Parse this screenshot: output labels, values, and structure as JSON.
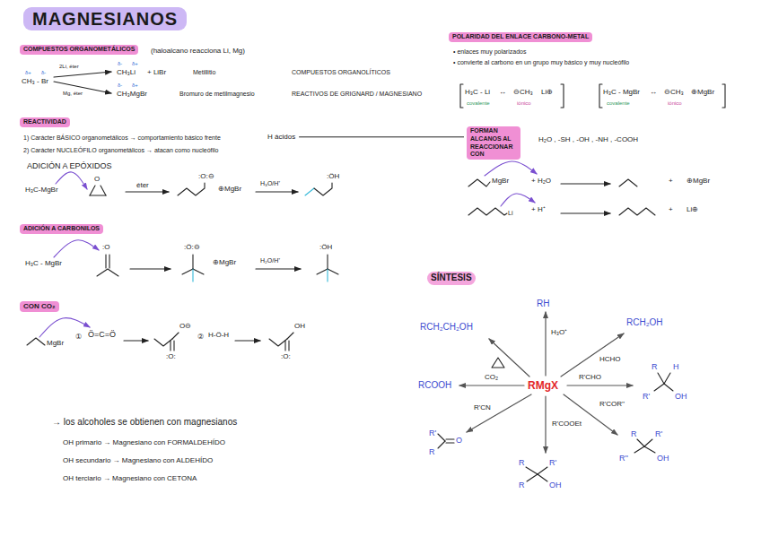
{
  "diagram": {
    "title": "MAGNESIANOS",
    "nodes": [
      {
        "text": [
          "COMPUESTOS ORGANOMETÁLICOS"
        ]
      },
      {
        "text": [
          "POLARIDAD DEL ENLACE CARBONO-METAL"
        ]
      },
      {
        "text": [
          "REACTIVIDAD"
        ]
      },
      {
        "text": [
          "FORMAN ALCANOS AL REACCIONAR CON"
        ]
      },
      {
        "text": [
          "ADICIÓN A CARBONILOS"
        ]
      },
      {
        "text": [
          "CON CO₂"
        ]
      },
      {
        "text": [
          "SÍNTESIS"
        ]
      }
    ],
    "labels": [
      "(haloalcano reacciona Li, Mg)",
      "δ+",
      "δ-",
      "CH₃ - Br",
      "2Li, éter",
      "Mg, éter",
      "δ-",
      "δ+",
      "CH₃Li",
      "+ LiBr",
      "Metillitio",
      "δ-",
      "δ+",
      "CH₃MgBr",
      "Bromuro de metilmagnesio",
      "COMPUESTOS ORGANOLÍTICOS",
      "REACTIVOS DE GRIGNARD / MAGNESIANO",
      "• enlaces muy polarizados",
      "• convierte al carbono en un grupo muy básico y muy nucleófilo",
      "H₃C - Li",
      "↔",
      "⊖CH₃",
      "Li⊕",
      "covalente",
      "iónico",
      "H₃C - MgBr",
      "↔",
      "⊖CH₃",
      "⊕MgBr",
      "covalente",
      "iónico",
      "1) Carácter BÁSICO organometálicos → comportamiento básico frente",
      "H ácidos",
      "2) Carácter NUCLEÓFILO organometálicos → atacan como nucleófilo",
      "ADICIÓN A EPÓXIDOS",
      "H₃C-MgBr",
      "O",
      "éter",
      ":O:⊖",
      "⊕MgBr",
      "H₃O/H⁺",
      ":ÖH",
      "H₂O , -SH , -OH , -NH , -COOH",
      "MgBr",
      "+ H₂O",
      "+",
      "⊕MgBr",
      "Li",
      "+ H⁺",
      "+",
      "Li⊕",
      "H₃C - MgBr",
      ":O",
      ":Ö:⊖",
      "⊕MgBr",
      "H₂O/H⁺",
      ":ÖH",
      "MgBr",
      "①",
      "Ö=C=Ö",
      "O⊖",
      ":O:",
      "②",
      "H-Ö-H",
      "OH",
      ":O:",
      "→ los alcoholes se obtienen con magnesianos",
      "OH primario → Magnesiano con FORMALDEHÍDO",
      "OH secundario → Magnesiano con ALDEHÍDO",
      "OH terciario → Magnesiano con CETONA",
      "RMgX",
      "RH",
      "H₃O⁺",
      "RCH₂OH",
      "HCHO",
      "R'CHO",
      "R",
      "H",
      "R'",
      "OH",
      "R'COR''",
      "R",
      "R'",
      "R''",
      "OH",
      "R'COOEt",
      "R",
      "R'",
      "R",
      "OH",
      "R'CN",
      "R'",
      "R",
      "O",
      "CO₂",
      "RCOOH",
      "RCH₂CH₂OH"
    ]
  }
}
